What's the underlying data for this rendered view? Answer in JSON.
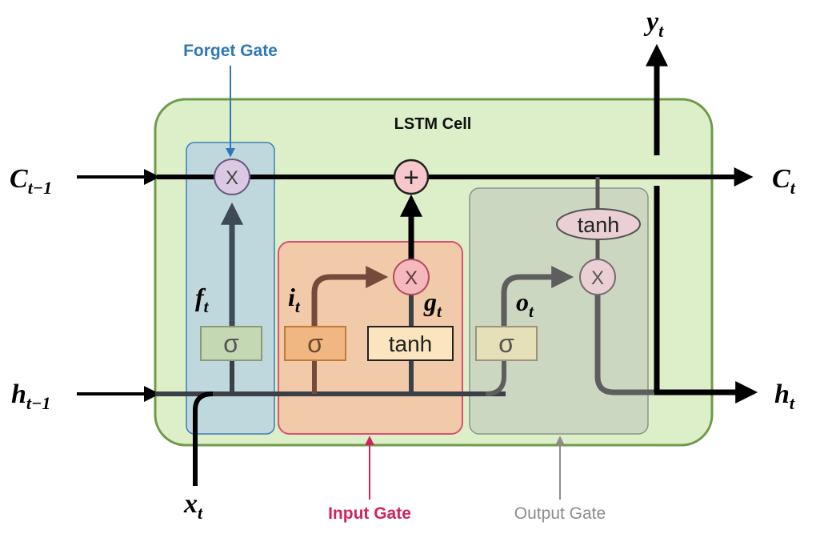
{
  "title": "LSTM Cell",
  "gates": {
    "forget": {
      "label": "Forget Gate",
      "color": "#2e78b7"
    },
    "input": {
      "label": "Input Gate",
      "color": "#d0245e"
    },
    "output": {
      "label": "Output Gate",
      "color": "#8c8c8c"
    }
  },
  "variables": {
    "c_prev": {
      "base": "C",
      "sub": "t−1"
    },
    "c_out": {
      "base": "C",
      "sub": "t"
    },
    "h_prev": {
      "base": "h",
      "sub": "t−1"
    },
    "h_out": {
      "base": "h",
      "sub": "t"
    },
    "x": {
      "base": "x",
      "sub": "t"
    },
    "y": {
      "base": "y",
      "sub": "t"
    },
    "f": {
      "base": "f",
      "sub": "t"
    },
    "i": {
      "base": "i",
      "sub": "t"
    },
    "g": {
      "base": "g",
      "sub": "t"
    },
    "o": {
      "base": "o",
      "sub": "t"
    }
  },
  "ops": {
    "multiply": "X",
    "add": "+",
    "sigmoid": "σ",
    "tanh": "tanh"
  },
  "colors": {
    "cell_fill": "#dcefc8",
    "cell_stroke": "#6e9a4a",
    "forget_fill": "#b9d3e2",
    "input_fill": "#f2c5a5",
    "input_stroke": "#dc4f6e",
    "output_fill": "#c9d2c0",
    "multiply_fill": "#d9c9e3",
    "add_fill": "#f6c7cb",
    "tanh_oval_fill": "#ead0d4"
  }
}
